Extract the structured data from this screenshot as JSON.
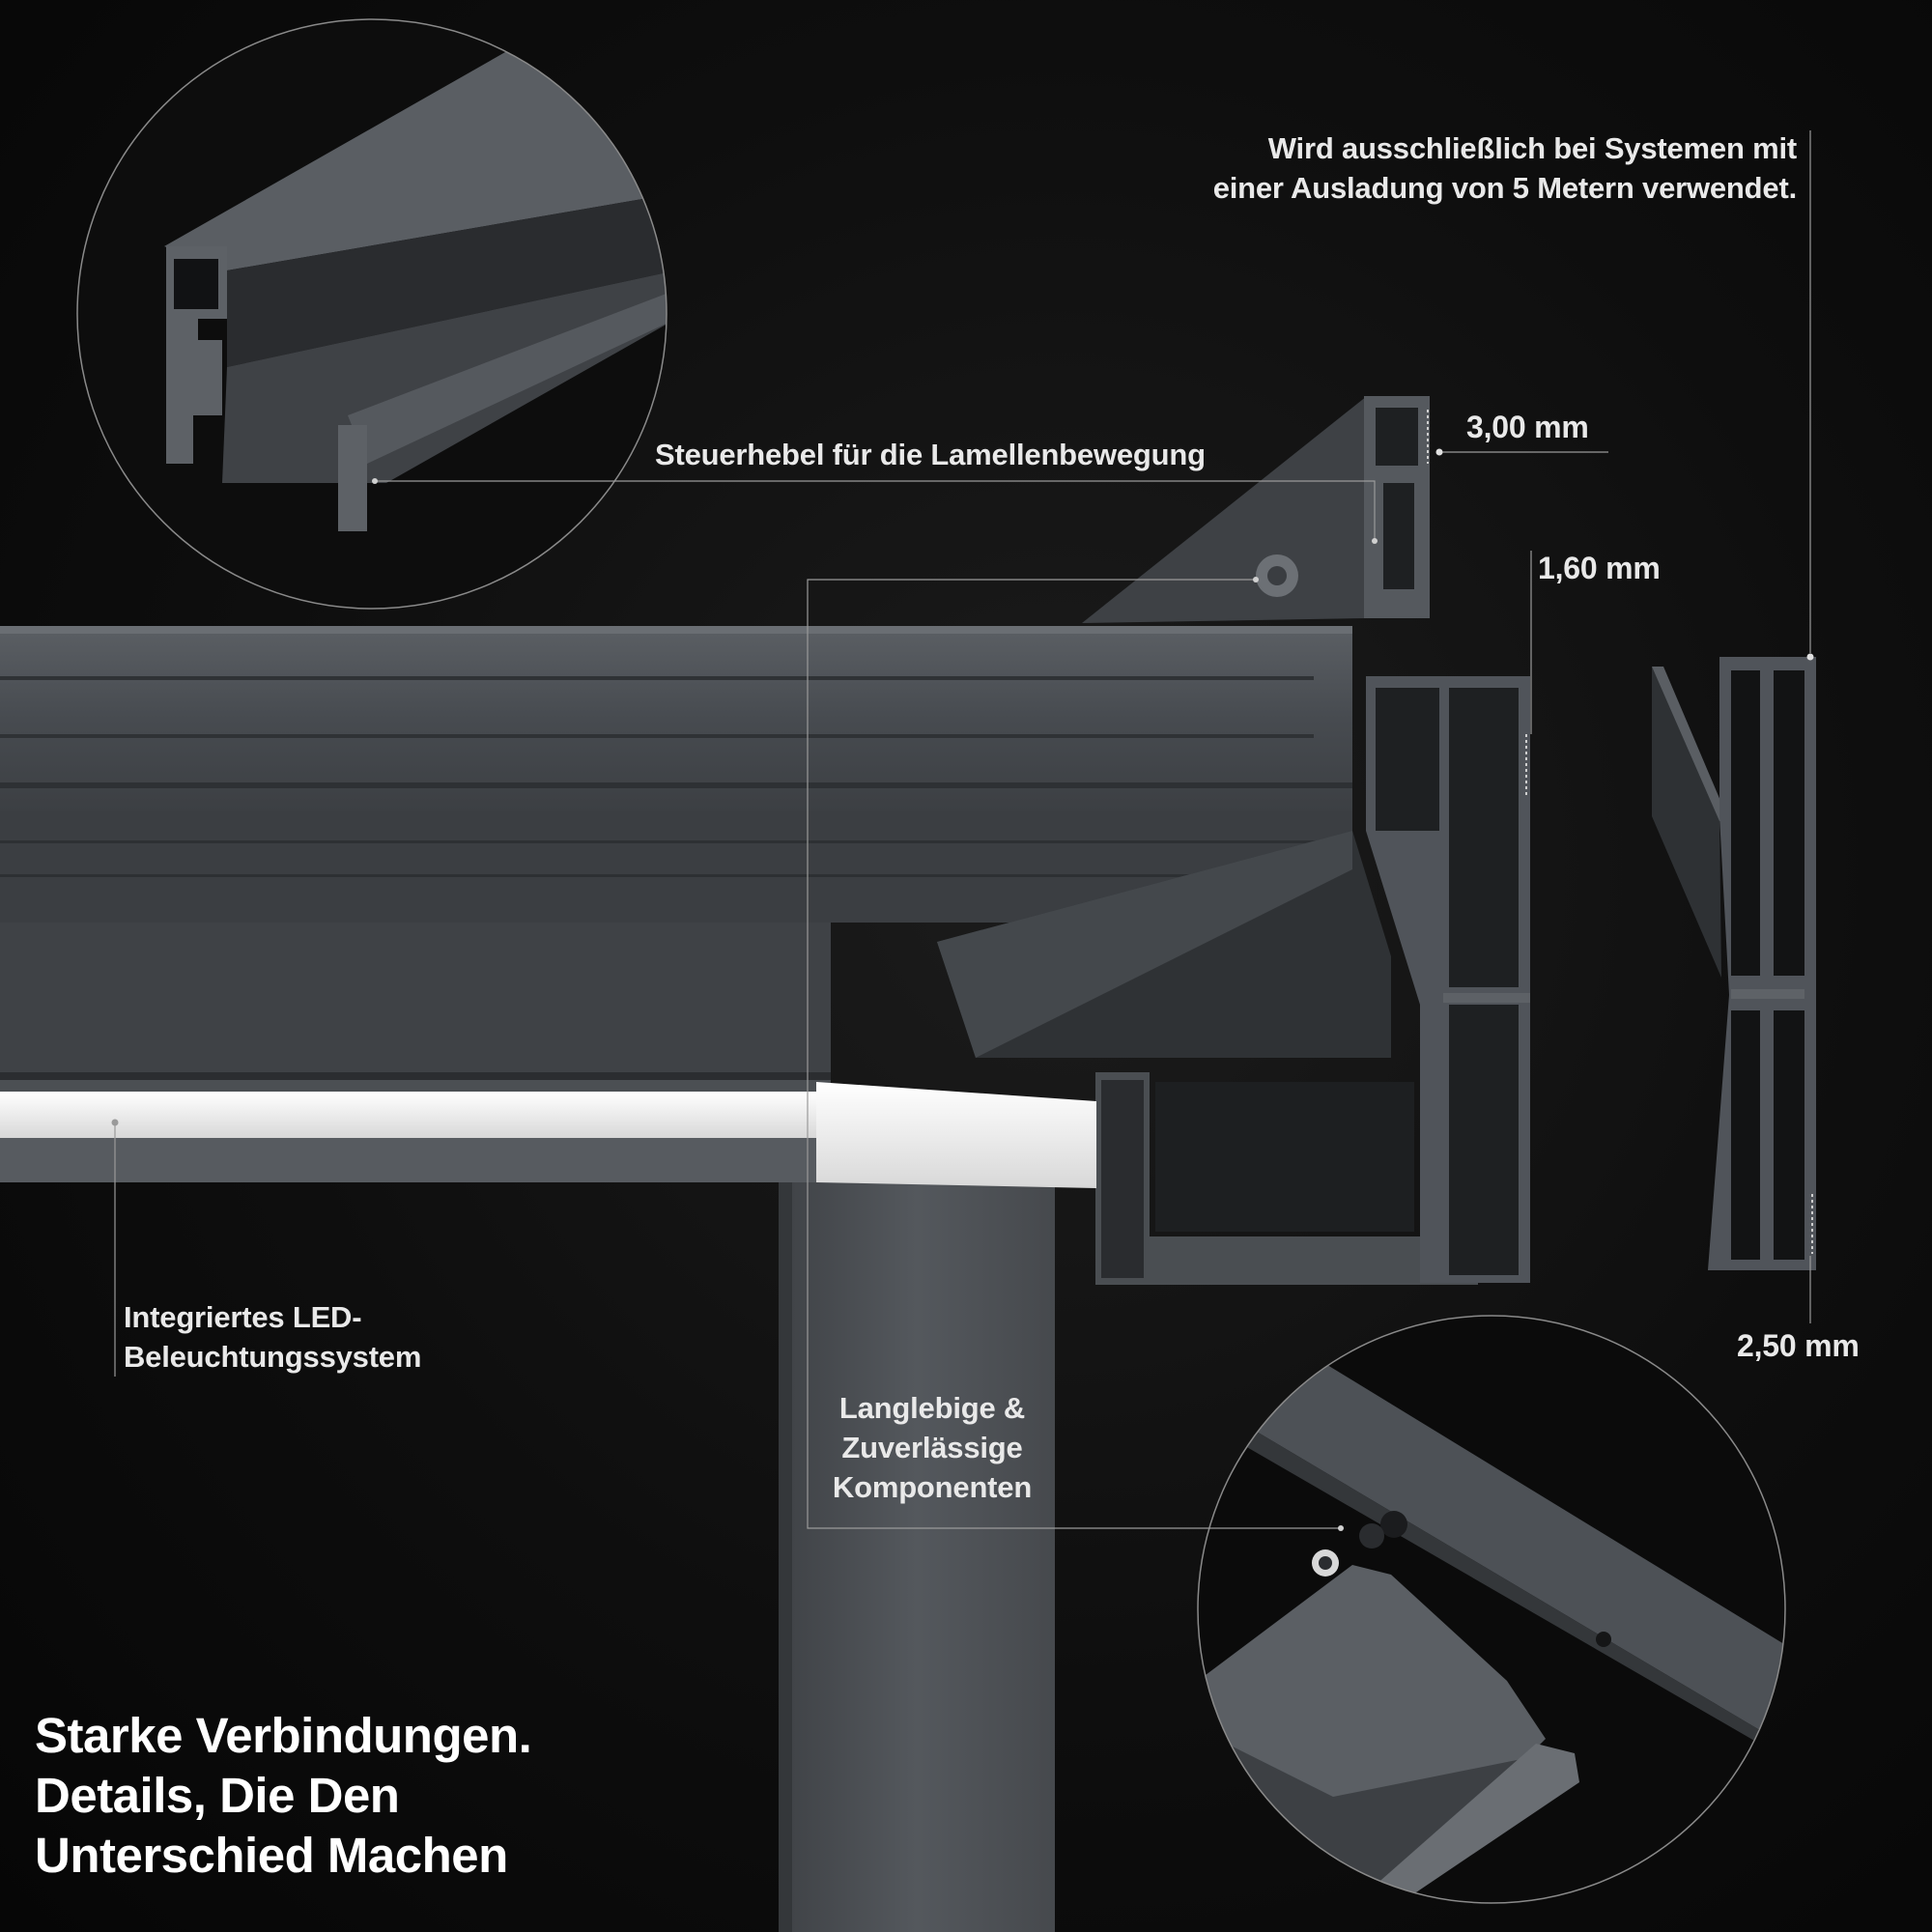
{
  "labels": {
    "note_line1": "Wird ausschließlich bei Systemen mit",
    "note_line2": "einer Ausladung von 5 Metern verwendet.",
    "steuerhebel": "Steuerhebel für die Lamellenbewegung",
    "dim_300": "3,00 mm",
    "dim_160": "1,60 mm",
    "dim_250": "2,50 mm",
    "led_line1": "Integriertes LED-",
    "led_line2": "Beleuchtungssystem",
    "components_line1": "Langlebige &",
    "components_line2": "Zuverlässige",
    "components_line3": "Komponenten"
  },
  "headline": {
    "line1": "Starke Verbindungen.",
    "line2": "Details, Die Den",
    "line3": "Unterschied Machen"
  },
  "colors": {
    "background": "#0c0c0c",
    "aluminium_anthracite": "#4f5357",
    "led_strip": "#f2f2f2",
    "text": "#e9e9e9"
  }
}
